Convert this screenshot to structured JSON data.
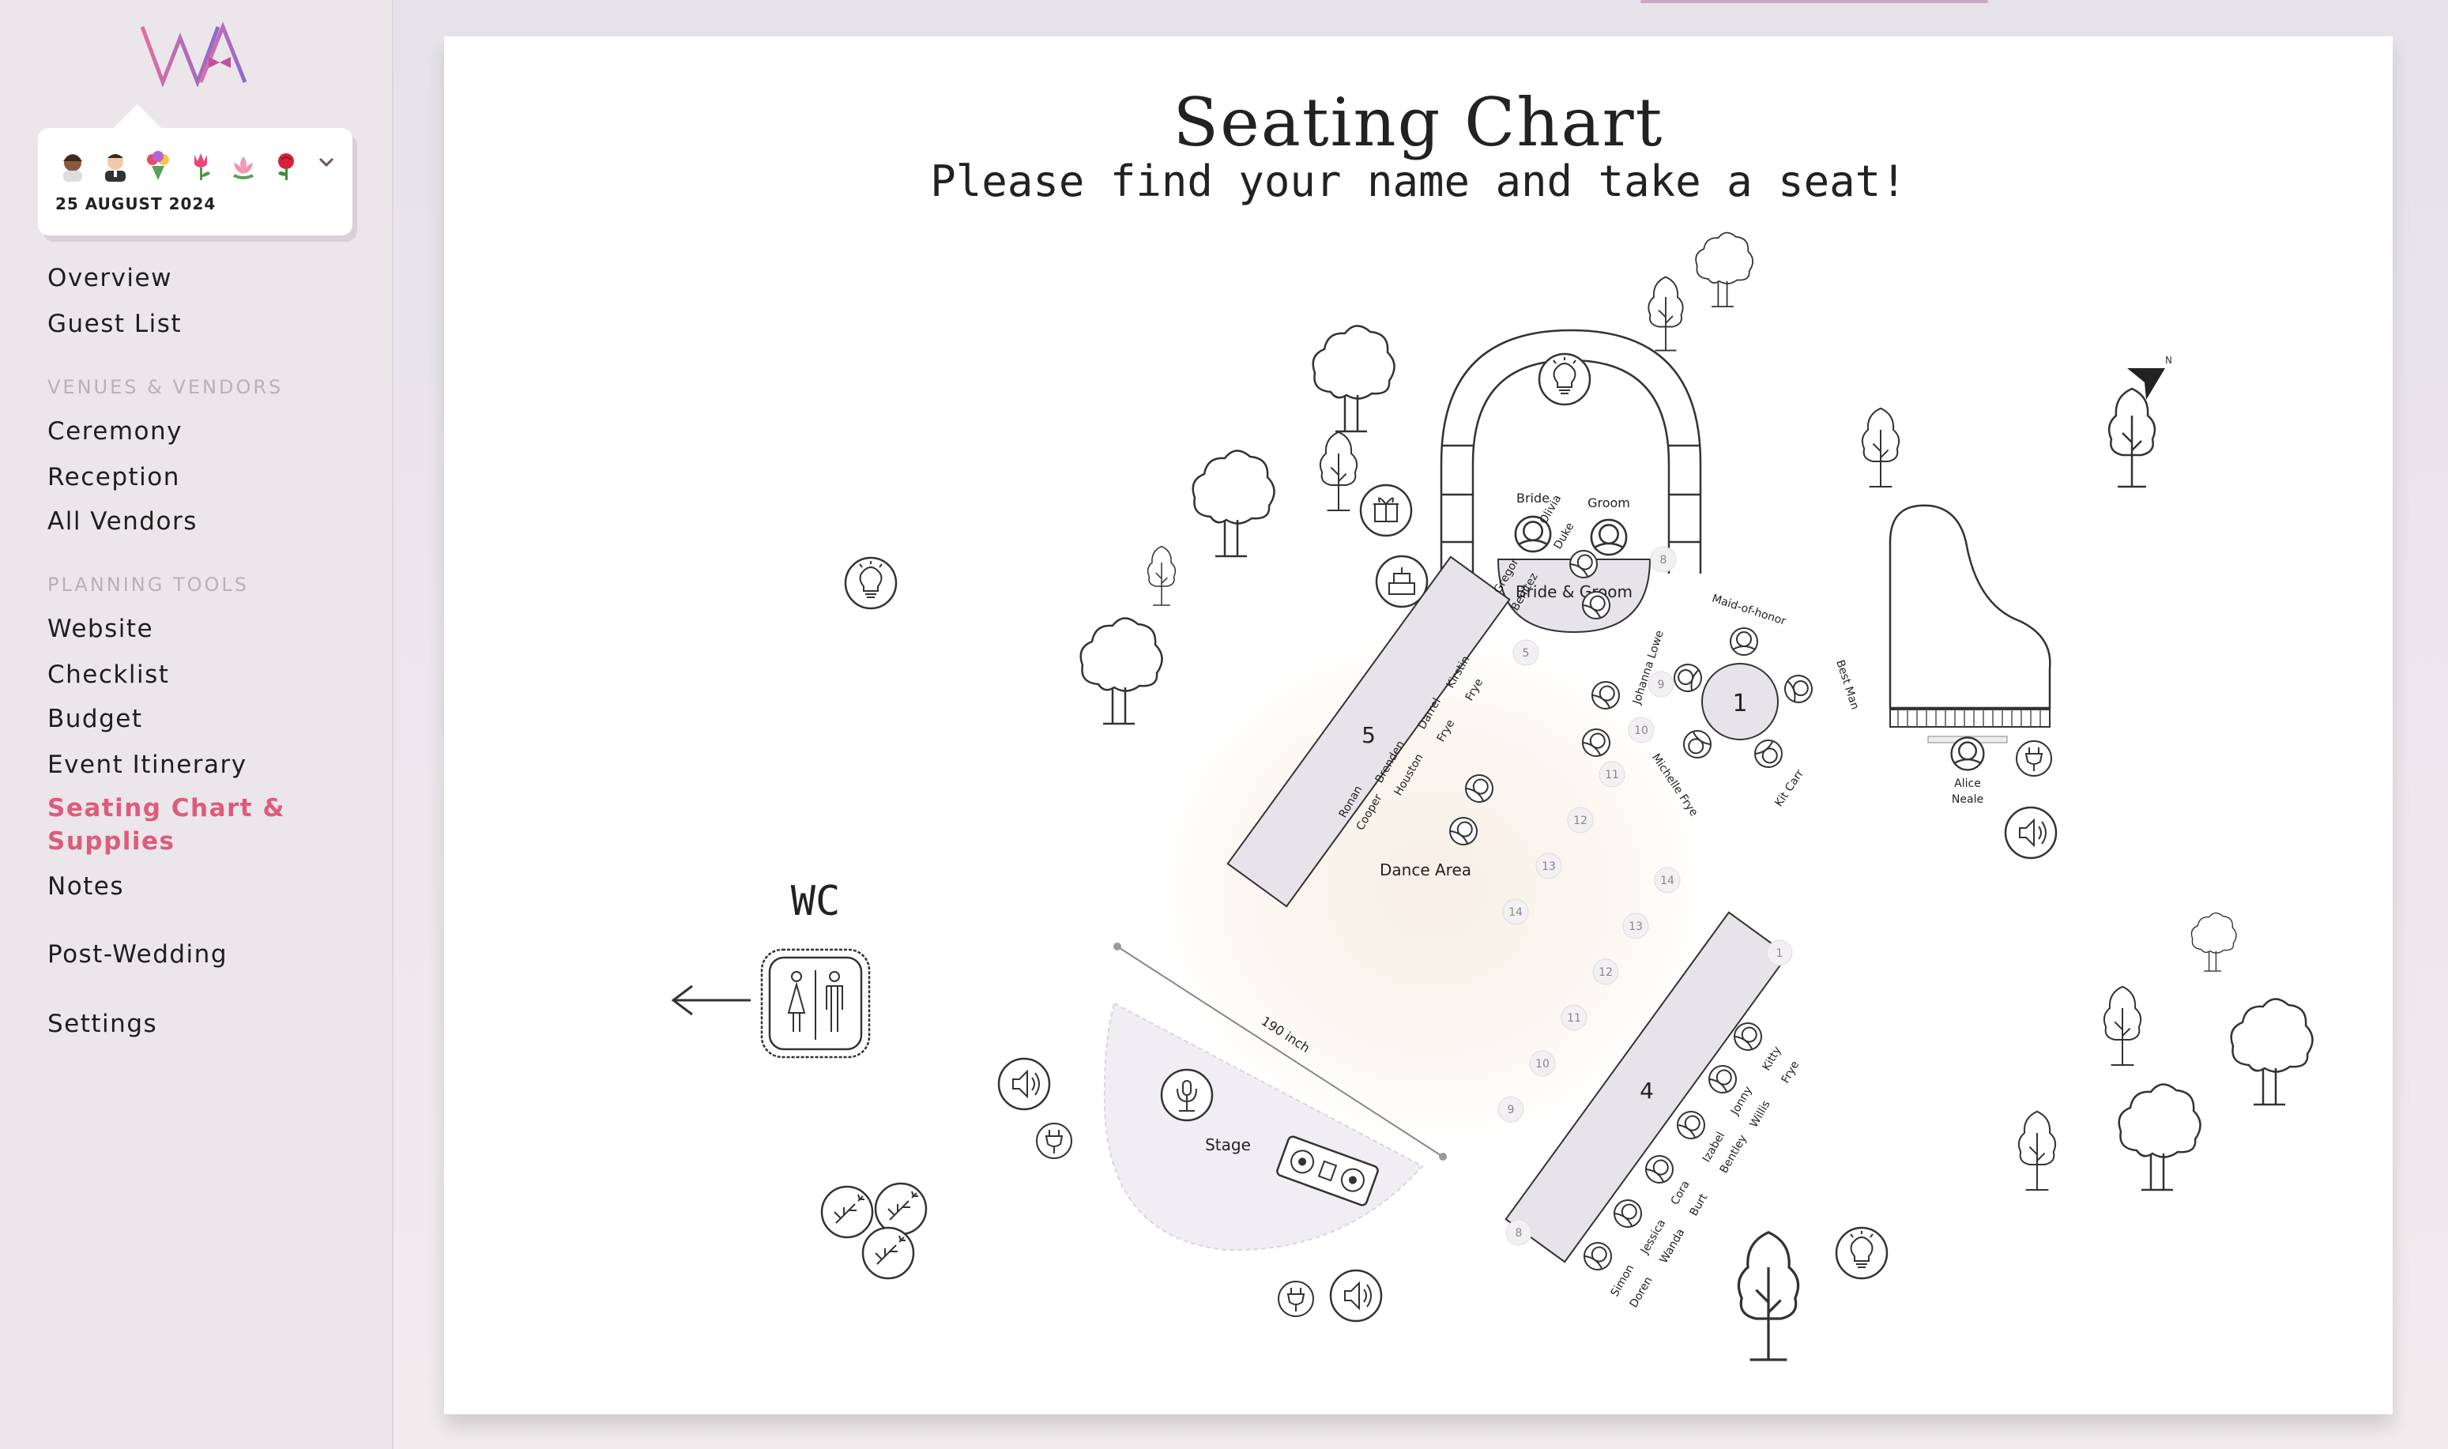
{
  "app": {
    "logo_text": "WA"
  },
  "event": {
    "emojis": [
      "bride",
      "groom",
      "bouquet",
      "tulip",
      "lotus",
      "rose"
    ],
    "date": "25 AUGUST 2024"
  },
  "nav": {
    "overview": "Overview",
    "guest_list": "Guest List",
    "venues_section": "VENUES & VENDORS",
    "ceremony": "Ceremony",
    "reception": "Reception",
    "all_vendors": "All Vendors",
    "planning_section": "PLANNING TOOLS",
    "website": "Website",
    "checklist": "Checklist",
    "budget": "Budget",
    "itinerary": "Event Itinerary",
    "seating_line1": "Seating Chart &",
    "seating_line2": "Supplies",
    "notes": "Notes",
    "post_wedding": "Post-Wedding",
    "settings": "Settings"
  },
  "chart": {
    "title": "Seating Chart",
    "subtitle": "Please find your name and take a seat!",
    "dance_area": "Dance Area",
    "stage": "Stage",
    "wc": "WC",
    "dimension": "190 inch",
    "bride_groom": "Bride & Groom",
    "bride": "Bride",
    "groom": "Groom",
    "table1": {
      "number": "1",
      "guests": [
        "Maid-of-honor",
        "Best Man",
        "Kit Carr",
        "Michelle Frye",
        "Johanna Lowe"
      ]
    },
    "table5": {
      "number": "5",
      "guests": [
        "Olivia Duke",
        "Gregor Benitez",
        "Kirstin Frye",
        "Darrel Frye",
        "Brenden Houston",
        "Ronan Cooper"
      ],
      "empty_seats": [
        "5",
        "8",
        "9",
        "10",
        "11",
        "12",
        "13",
        "14"
      ]
    },
    "table4": {
      "number": "4",
      "guests": [
        "Kitty Frye",
        "Jonny Willis",
        "Izabel Bentley",
        "Cora Burt",
        "Jessica Wanda",
        "Simon Doren"
      ],
      "empty_seats": [
        "1",
        "8",
        "9",
        "10",
        "11",
        "12",
        "13",
        "14"
      ]
    },
    "piano_guest": "Alice Neale"
  },
  "colors": {
    "accent": "#de5b7c",
    "table_fill": "#e6e4e8",
    "line": "#333333"
  }
}
